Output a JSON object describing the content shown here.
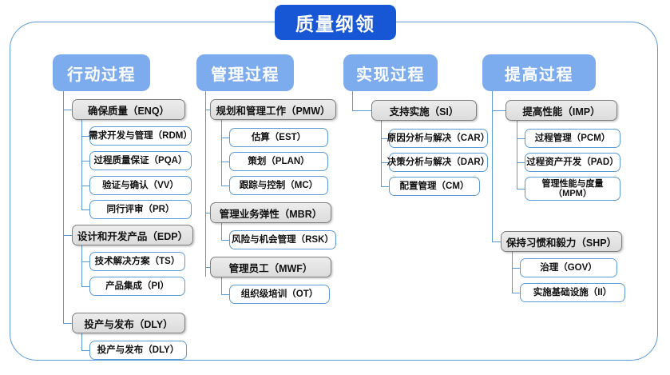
{
  "diagram": {
    "title": "质量纲领",
    "accent_blue": "#1757d6",
    "header_blue": "#7cabee",
    "line_blue": "#5b9bd5",
    "group_gray": "#e4e4e4",
    "columns": [
      {
        "header": "行动过程",
        "groups": [
          {
            "label": "确保质量（ENQ）",
            "children": [
              "需求开发与管理（RDM）",
              "过程质量保证（PQA）",
              "验证与确认（VV）",
              "同行评审（PR）"
            ]
          },
          {
            "label": "设计和开发产品（EDP）",
            "children": [
              "技术解决方案（TS）",
              "产品集成（PI）"
            ]
          },
          {
            "label": "投产与发布（DLY）",
            "children": [
              "投产与发布（DLY）"
            ]
          }
        ]
      },
      {
        "header": "管理过程",
        "groups": [
          {
            "label": "规划和管理工作（PMW）",
            "children": [
              "估算（EST）",
              "策划（PLAN）",
              "跟踪与控制（MC）"
            ]
          },
          {
            "label": "管理业务弹性（MBR）",
            "children": [
              "风险与机会管理（RSK）"
            ]
          },
          {
            "label": "管理员工（MWF）",
            "children": [
              "组织级培训（OT）"
            ]
          }
        ]
      },
      {
        "header": "实现过程",
        "groups": [
          {
            "label": "支持实施（SI）",
            "children": [
              "原因分析与解决（CAR）",
              "决策分析与解决（DAR）",
              "配置管理（CM）"
            ]
          }
        ]
      },
      {
        "header": "提高过程",
        "groups": [
          {
            "label": "提高性能（IMP）",
            "children": [
              "过程管理（PCM）",
              "过程资产开发（PAD）",
              "管理性能与度量（MPM）"
            ]
          },
          {
            "label": "保持习惯和毅力（SHP）",
            "children": [
              "治理（GOV）",
              "实施基础设施（II）"
            ]
          }
        ]
      }
    ]
  }
}
